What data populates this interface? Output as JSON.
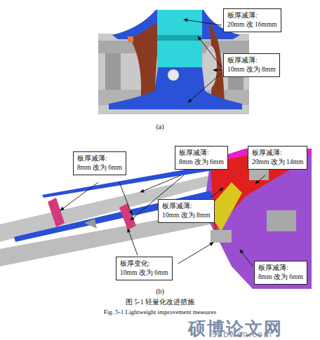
{
  "diagram": {
    "caption": "图 5-1 轻量化改进措施",
    "nodes": [
      {
        "text": [
          "板厚减薄:",
          "20mm 改 16mmm"
        ]
      },
      {
        "text": [
          "板厚减薄:",
          "10mm 改为 8mm"
        ]
      },
      {
        "text": [
          "板厚减薄:",
          "8mm 改为 6mm"
        ]
      },
      {
        "text": [
          "板厚减薄:",
          "8mm 改为 6mm"
        ]
      },
      {
        "text": [
          "板厚减薄:",
          "20mm 改为 14mm"
        ]
      },
      {
        "text": [
          "板厚减薄:",
          "10mm 改为 8mm"
        ]
      },
      {
        "text": [
          "板厚变化:",
          "10mm 改为 6mm"
        ]
      },
      {
        "text": [
          "板厚减薄:",
          "8mm 改为 6mm"
        ]
      }
    ],
    "labels": [
      "(a)",
      "(b)",
      "Fig. 5-1 Lightweight improvement measures",
      "硕博论文网",
      "shbwen.com"
    ]
  }
}
